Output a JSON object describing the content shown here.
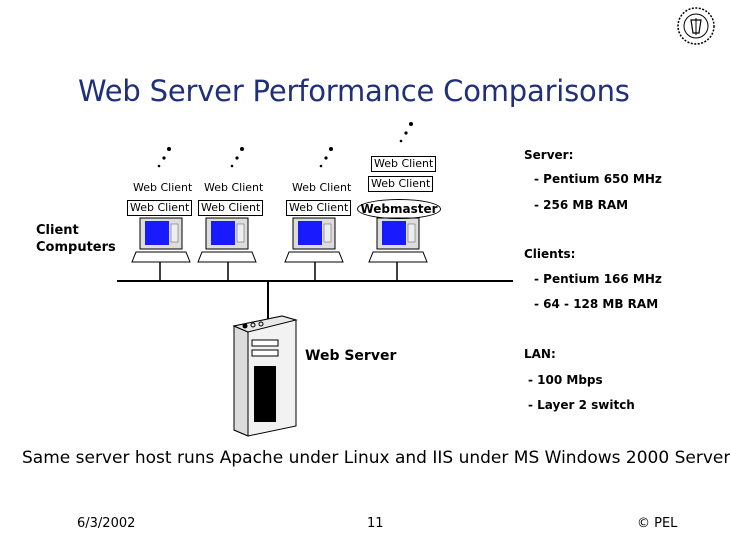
{
  "slide": {
    "title": "Web Server Performance Comparisons",
    "clients": {
      "label_line1": "Client",
      "label_line2": "Computers",
      "web_client": "Web Client",
      "webmaster": "Webmaster"
    },
    "server": {
      "label": "Web Server"
    },
    "specs": {
      "server_heading": "Server:",
      "server_items": [
        "- Pentium  650 MHz",
        "- 256 MB RAM"
      ],
      "clients_heading": "Clients:",
      "clients_items": [
        "- Pentium 166 MHz",
        "- 64 - 128 MB RAM"
      ],
      "lan_heading": "LAN:",
      "lan_items": [
        "- 100 Mbps",
        "- Layer 2 switch"
      ]
    },
    "note": "Same server host runs Apache under Linux and IIS under MS Windows 2000 Server",
    "footer": {
      "date": "6/3/2002",
      "page": "11",
      "copyright": "© PEL"
    }
  }
}
